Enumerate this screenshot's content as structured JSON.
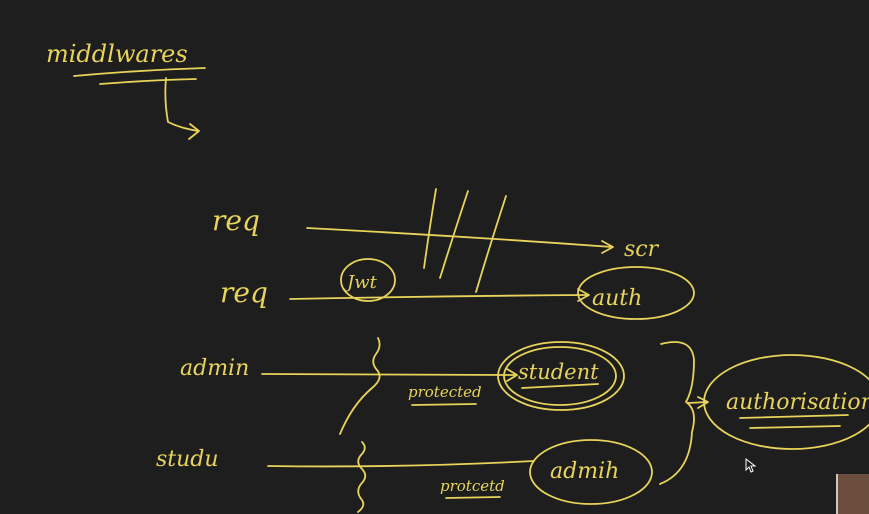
{
  "title": "middlwares",
  "rows": [
    {
      "left": "req",
      "right": "scr"
    },
    {
      "left": "req",
      "gate": "Jwt",
      "right": "auth"
    },
    {
      "left": "admin",
      "note": "protected",
      "right": "student"
    },
    {
      "left": "studu",
      "note": "protcetd",
      "right": "admih"
    }
  ],
  "group_label": "authorisation",
  "colors": {
    "ink": "#e8d45a",
    "background": "#1e1e1f"
  },
  "icons": {
    "cursor": "mouse-pointer-icon"
  }
}
